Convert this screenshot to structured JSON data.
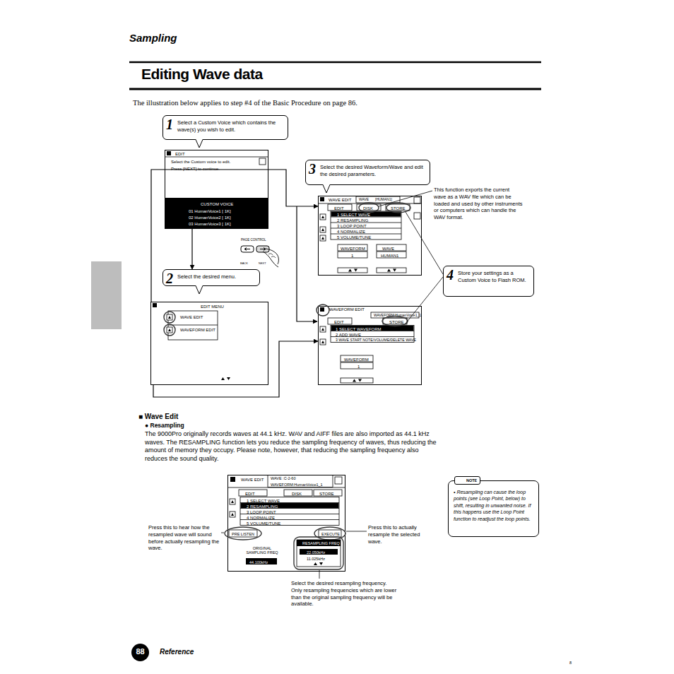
{
  "diagram": {
    "title": "Editing Wave data",
    "nodes": [
      {
        "text": [
          "1",
          "Select a Custom Voice which contains the wave(s) you wish to edit."
        ]
      },
      {
        "text": [
          "EDIT",
          "Select the Custom voice to edit.",
          "Press [NEXT] to continue.",
          "CUSTOM VOICE",
          "01 HumanVoice1 [ 1K]",
          "02 HumanVoice2 [ 1K]",
          "03 HumanVoice3 [ 1K]"
        ]
      },
      {
        "text": [
          "2",
          "Select the desired menu."
        ]
      },
      {
        "text": [
          "EDIT MENU",
          "WAVE EDIT",
          "WAVEFORM EDIT"
        ]
      },
      {
        "text": [
          "3",
          "Select the desired Waveform/Wave and edit the desired parameters."
        ]
      },
      {
        "text": [
          "WAVE EDIT",
          "WAVE",
          "[HUMAN1]",
          "EDIT",
          "DISK",
          "STORE",
          "1 SELECT WAVE",
          "2 RESAMPLING",
          "3 LOOP POINT",
          "4 NORMALIZE",
          "5 VOLUME/TUNE",
          "WAVEFORM",
          "WAVE",
          "1",
          "HUMAN1"
        ]
      },
      {
        "text": [
          "4",
          "Store your settings as a Custom Voice to Flash ROM."
        ]
      },
      {
        "text": [
          "WAVEFORM EDIT",
          "WAVEFORM:HumanVoice1_1",
          "EDIT",
          "STORE",
          "1 SELECT WAVEFORM",
          "2 ADD WAVE",
          "3 WAVE START NOTE/VOLUME/DELETE WAVE",
          "WAVEFORM",
          "1"
        ]
      },
      {
        "text": [
          "WAVE EDIT",
          "WAVE :C-2-60",
          "WAVEFORM:HumanVoice1_1",
          "EDIT",
          "DISK",
          "STORE",
          "1 SELECT WAVE",
          "2 RESAMPLING",
          "3 LOOP POINT",
          "4 NORMALIZE",
          "5 VOLUME/TUNE",
          "PRE LISTEN",
          "EXECUTE",
          "ORIGINAL SAMPLING FREQ",
          "44.100kHz",
          "RESAMPLING FREQ",
          "22.050kHz",
          "11.025kHz"
        ]
      },
      {
        "text": [
          "NOTE",
          "• Resampling can cause the loop points (see Loop Point, below) to shift, resulting in unwanted noise. If this happens use the Loop Point function to readjust the loop points."
        ]
      },
      {
        "text": [
          "88"
        ]
      }
    ],
    "edges": [
      {
        "from": 1,
        "to": 2,
        "arrow": "to"
      },
      {
        "from": 3,
        "to": 5,
        "arrow": "to"
      },
      {
        "from": 3,
        "to": 7,
        "arrow": "to"
      }
    ],
    "labels": [
      "Sampling",
      "The illustration below applies to step #4 of the Basic Procedure on page 86.",
      "This function exports the current wave as a WAV file which can be loaded and used by other instruments or computers which can handle the WAV format.",
      "PAGE CONTROL",
      "BACK",
      "NEXT",
      "■ Wave Edit",
      "● Resampling",
      "The 9000Pro originally records waves at 44.1 kHz. WAV and AIFF files are also imported as 44.1 kHz waves. The RESAMPLING function lets you reduce the sampling frequency of waves, thus reducing the amount of memory they occupy. Please note, however, that reducing the sampling frequency also reduces the sound quality.",
      "Press this to hear how the resampled wave will sound before actually resampling the wave.",
      "Press this to actually resample the selected wave.",
      "Select the desired resampling frequency. Only resampling frequencies which are lower than the original sampling frequency will be available.",
      "Reference",
      "8"
    ]
  }
}
